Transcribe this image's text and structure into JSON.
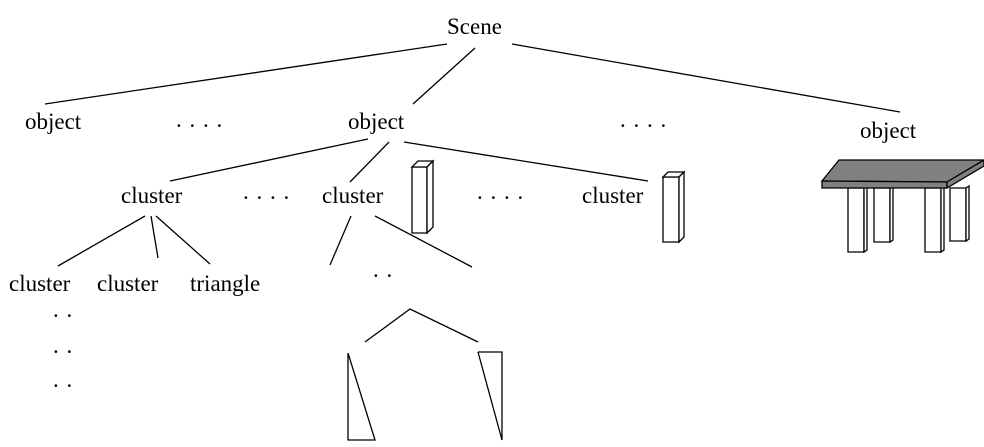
{
  "nodes": {
    "scene": "Scene",
    "object_left": "object",
    "object_mid": "object",
    "object_right": "object",
    "cluster_a": "cluster",
    "cluster_b": "cluster",
    "cluster_c": "cluster",
    "leaf_cluster_1": "cluster",
    "leaf_cluster_2": "cluster",
    "leaf_triangle": "triangle"
  },
  "ellipses": {
    "level1_left": ". . . .",
    "level1_right": ". . . .",
    "level2_left": ". . . .",
    "level2_right": ". . . .",
    "cluster_b_children": ". .",
    "leaf_v1": ". .",
    "leaf_v2": ". .",
    "leaf_v3": ". ."
  },
  "colors": {
    "line": "#000000",
    "table_top": "#808080",
    "background": "#ffffff"
  }
}
